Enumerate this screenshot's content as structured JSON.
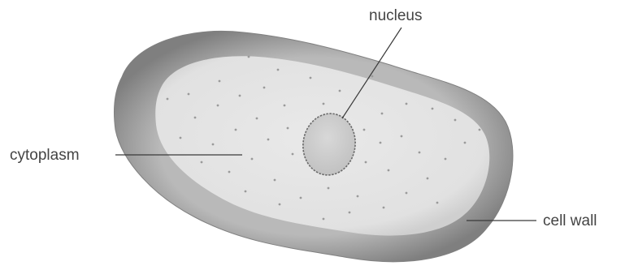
{
  "labels": {
    "nucleus": "nucleus",
    "cytoplasm": "cytoplasm",
    "cell_wall": "cell wall"
  },
  "colors": {
    "background": "#ffffff",
    "wall_dark": "#8a8a8a",
    "wall_mid": "#b9b9b9",
    "cytoplasm": "#e4e4e4",
    "nucleus_fill": "#cfcfcf",
    "nucleus_outline": "#6a6a6a",
    "granule": "#9a9a9a",
    "label_text": "#444444"
  }
}
